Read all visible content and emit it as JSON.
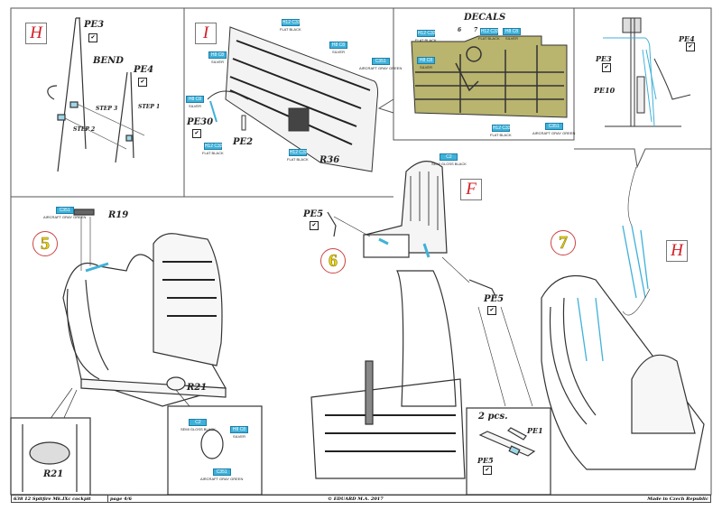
{
  "panels": {
    "H_top": {
      "letter": "H",
      "labels": {
        "pe3": "PE3",
        "pe4": "PE4",
        "bend": "BEND",
        "step1": "STEP 1",
        "step2": "STEP 2",
        "step3": "STEP 3"
      }
    },
    "I": {
      "letter": "I",
      "labels": {
        "pe30": "PE30",
        "pe2": "PE2",
        "r36": "R36"
      }
    },
    "decals": {
      "title": "DECALS",
      "num6": "6",
      "num7": "7"
    },
    "detail_right": {
      "labels": {
        "pe4": "PE4",
        "pe3": "PE3",
        "pe10": "PE10"
      }
    },
    "step5": {
      "number": "5",
      "labels": {
        "r19": "R19",
        "r21": "R21",
        "inset_r21": "R21"
      }
    },
    "step6": {
      "number": "6",
      "letter": "F",
      "labels": {
        "pe5a": "PE5",
        "pe5b": "PE5"
      }
    },
    "step7": {
      "number": "7",
      "letter": "H"
    },
    "inset_2pcs": {
      "title": "2 pcs.",
      "pe1": "PE1",
      "pe5": "PE5"
    }
  },
  "paints": {
    "flat_black": {
      "code": "H12 C33",
      "name": "FLAT BLACK"
    },
    "silver": {
      "code": "H8 C8",
      "name": "SILVER"
    },
    "gray_green": {
      "code": "C351",
      "name": "AIRCRAFT GRAY GREEN"
    },
    "semi_gloss_black": {
      "code": "C2",
      "name": "SEMI GLOSS BLACK"
    }
  },
  "check_mark": "✔",
  "footer": {
    "kit": "638 12  Spitfire Mk.IXc cockpit",
    "page": "page 4/6",
    "copyright": "© EDUARD  M.A. 2017",
    "origin": "Made in Czech Republic"
  },
  "colors": {
    "accent_blue": "#3fb1d9",
    "letter_red": "#d21e25",
    "step_yellow": "#e8d21a",
    "decal_olive": "#b9b46e"
  }
}
